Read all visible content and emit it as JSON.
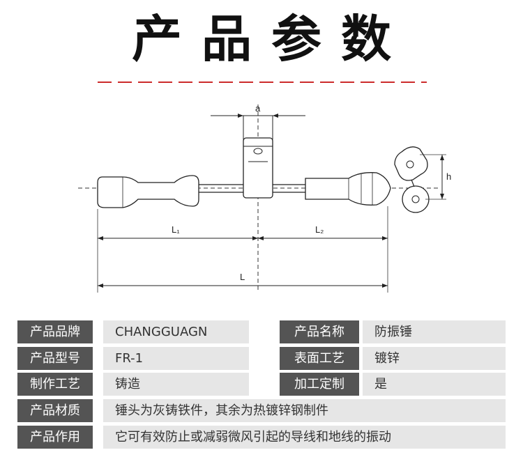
{
  "title": "产品参数",
  "drawing": {
    "dimension_labels": {
      "a": "a",
      "l1": "L₁",
      "l2": "L₂",
      "l": "L",
      "h": "h"
    }
  },
  "specs": {
    "brand": {
      "label": "产品品牌",
      "value": "CHANGGUAGN"
    },
    "name": {
      "label": "产品名称",
      "value": "防振锤"
    },
    "model": {
      "label": "产品型号",
      "value": "FR-1"
    },
    "surface": {
      "label": "表面工艺",
      "value": "镀锌"
    },
    "process": {
      "label": "制作工艺",
      "value": "铸造"
    },
    "custom": {
      "label": "加工定制",
      "value": "是"
    },
    "material": {
      "label": "产品材质",
      "value": "锤头为灰铸铁件，其余为热镀锌钢制件"
    },
    "function": {
      "label": "产品作用",
      "value": "它可有效防止或减弱微风引起的导线和地线的振动"
    }
  },
  "colors": {
    "label_bg": "#545454",
    "value_bg": "#e6e6e6",
    "rule_red": "#cc2b2b"
  }
}
